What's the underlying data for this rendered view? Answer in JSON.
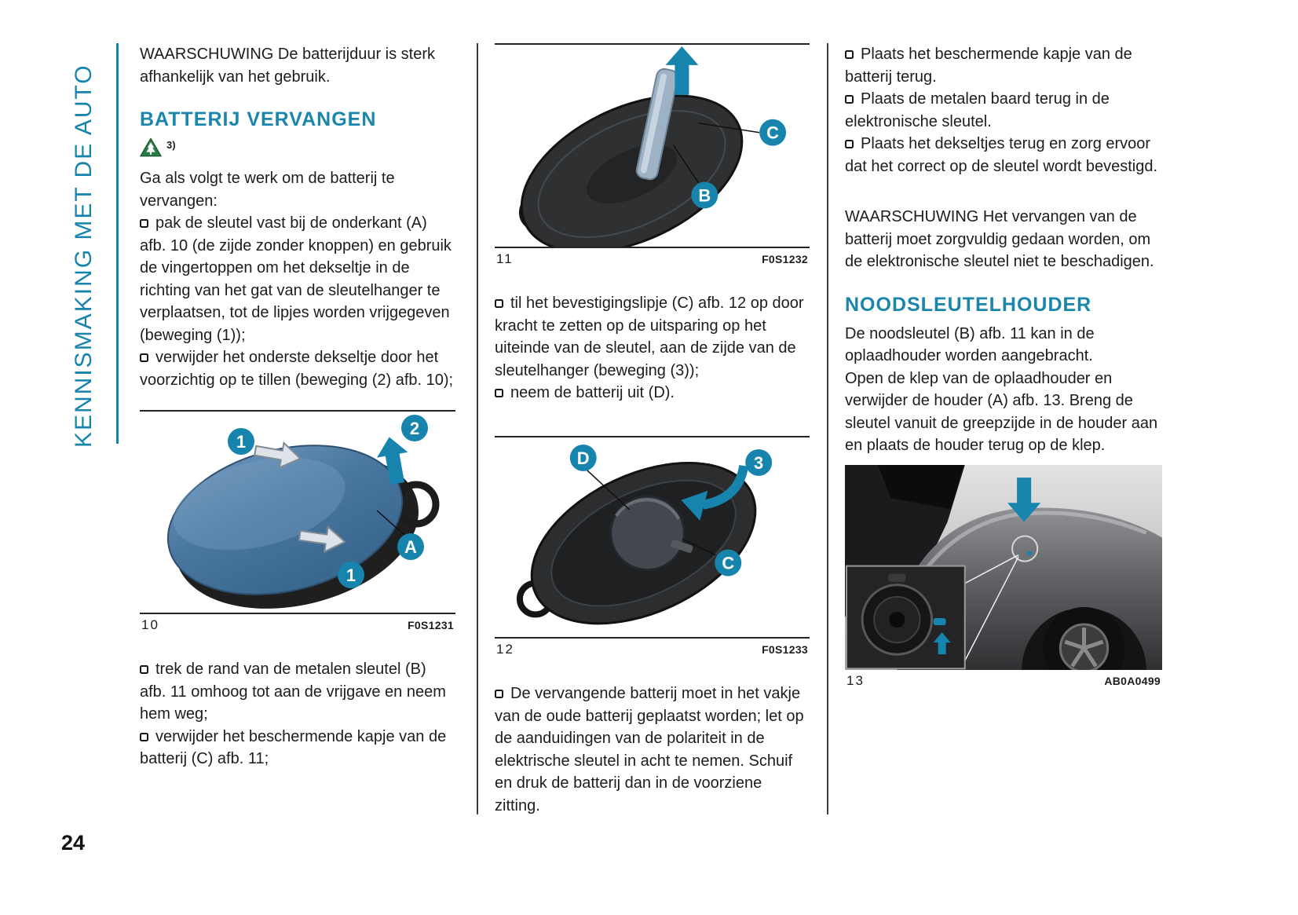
{
  "page": {
    "number": "24",
    "section_title": "KENNISMAKING MET DE AUTO"
  },
  "colors": {
    "accent": "#1684ad",
    "heading": "#1a86ac",
    "fob_cover_blue": "#49779f",
    "eco_green": "#2a7d46"
  },
  "icons": {
    "bullet": "square-bullet-icon",
    "note": "tree-triangle-icon",
    "movement": "direction-arrow-icon"
  },
  "column1": {
    "warning": "WAARSCHUWING De batterijduur is sterk afhankelijk van het gebruik.",
    "heading": "BATTERIJ VERVANGEN",
    "note_marker": "3)",
    "intro": "Ga als volgt te werk om de batterij te vervangen:",
    "bullets_before_figure": [
      "pak de sleutel vast bij de onderkant (A) afb. 10 (de zijde zonder knoppen) en gebruik de vingertoppen om het dekseltje in de richting van het gat van de sleutelhanger te verplaatsen, tot de lipjes worden vrijgegeven (beweging (1));",
      "verwijder het onderste dekseltje door het voorzichtig op te tillen (beweging (2) afb. 10);"
    ],
    "figure10": {
      "number": "10",
      "code": "F0S1231",
      "callouts": [
        "1",
        "2",
        "A",
        "1"
      ]
    },
    "bullets_after_figure": [
      "trek de rand van de metalen sleutel (B) afb. 11 omhoog tot aan de vrijgave en neem hem weg;",
      "verwijder het beschermende kapje van de batterij (C) afb. 11;"
    ]
  },
  "column2": {
    "figure11": {
      "number": "11",
      "code": "F0S1232",
      "callouts": [
        "C",
        "B"
      ]
    },
    "bullets_after_figure11": [
      "til het bevestigingslipje (C) afb. 12 op door kracht te zetten op de uitsparing op het uiteinde van de sleutel, aan de zijde van de sleutelhanger (beweging (3));",
      "neem de batterij uit (D)."
    ],
    "figure12": {
      "number": "12",
      "code": "F0S1233",
      "callouts": [
        "D",
        "3",
        "C"
      ]
    },
    "bullets_after_figure12": [
      "De vervangende batterij moet in het vakje van de oude batterij geplaatst worden; let op de aanduidingen van de polariteit in de elektrische sleutel in acht te nemen. Schuif en druk de batterij dan in de voorziene zitting."
    ]
  },
  "column3": {
    "bullets": [
      "Plaats het beschermende kapje van de batterij terug.",
      "Plaats de metalen baard terug in de elektronische sleutel.",
      "Plaats het dekseltjes terug en zorg ervoor dat het correct op de sleutel wordt bevestigd."
    ],
    "warning": "WAARSCHUWING Het vervangen van de batterij moet zorgvuldig gedaan worden, om de elektronische sleutel niet te beschadigen.",
    "heading": "NOODSLEUTELHOUDER",
    "paragraphs": [
      "De noodsleutel (B) afb. 11 kan in de oplaadhouder worden aangebracht.",
      "Open de klep van de oplaadhouder en verwijder de houder (A) afb. 13. Breng de sleutel vanuit de greepzijde in de houder aan en plaats de houder terug op de klep."
    ],
    "figure13": {
      "number": "13",
      "code": "AB0A0499"
    }
  }
}
